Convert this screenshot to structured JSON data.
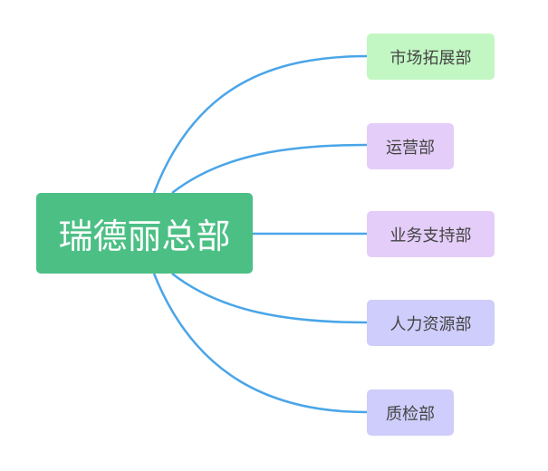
{
  "root": {
    "label": "瑞德丽总部",
    "color": "#4cbf85",
    "text_color": "#ffffff"
  },
  "branches": [
    {
      "label": "市场拓展部",
      "color": "#c2f7c3"
    },
    {
      "label": "运营部",
      "color": "#e4cdf8"
    },
    {
      "label": "业务支持部",
      "color": "#e4cdf8"
    },
    {
      "label": "人力资源部",
      "color": "#cfcdfb"
    },
    {
      "label": "质检部",
      "color": "#cfcdfb"
    }
  ],
  "connector_color": "#4aa5e8"
}
